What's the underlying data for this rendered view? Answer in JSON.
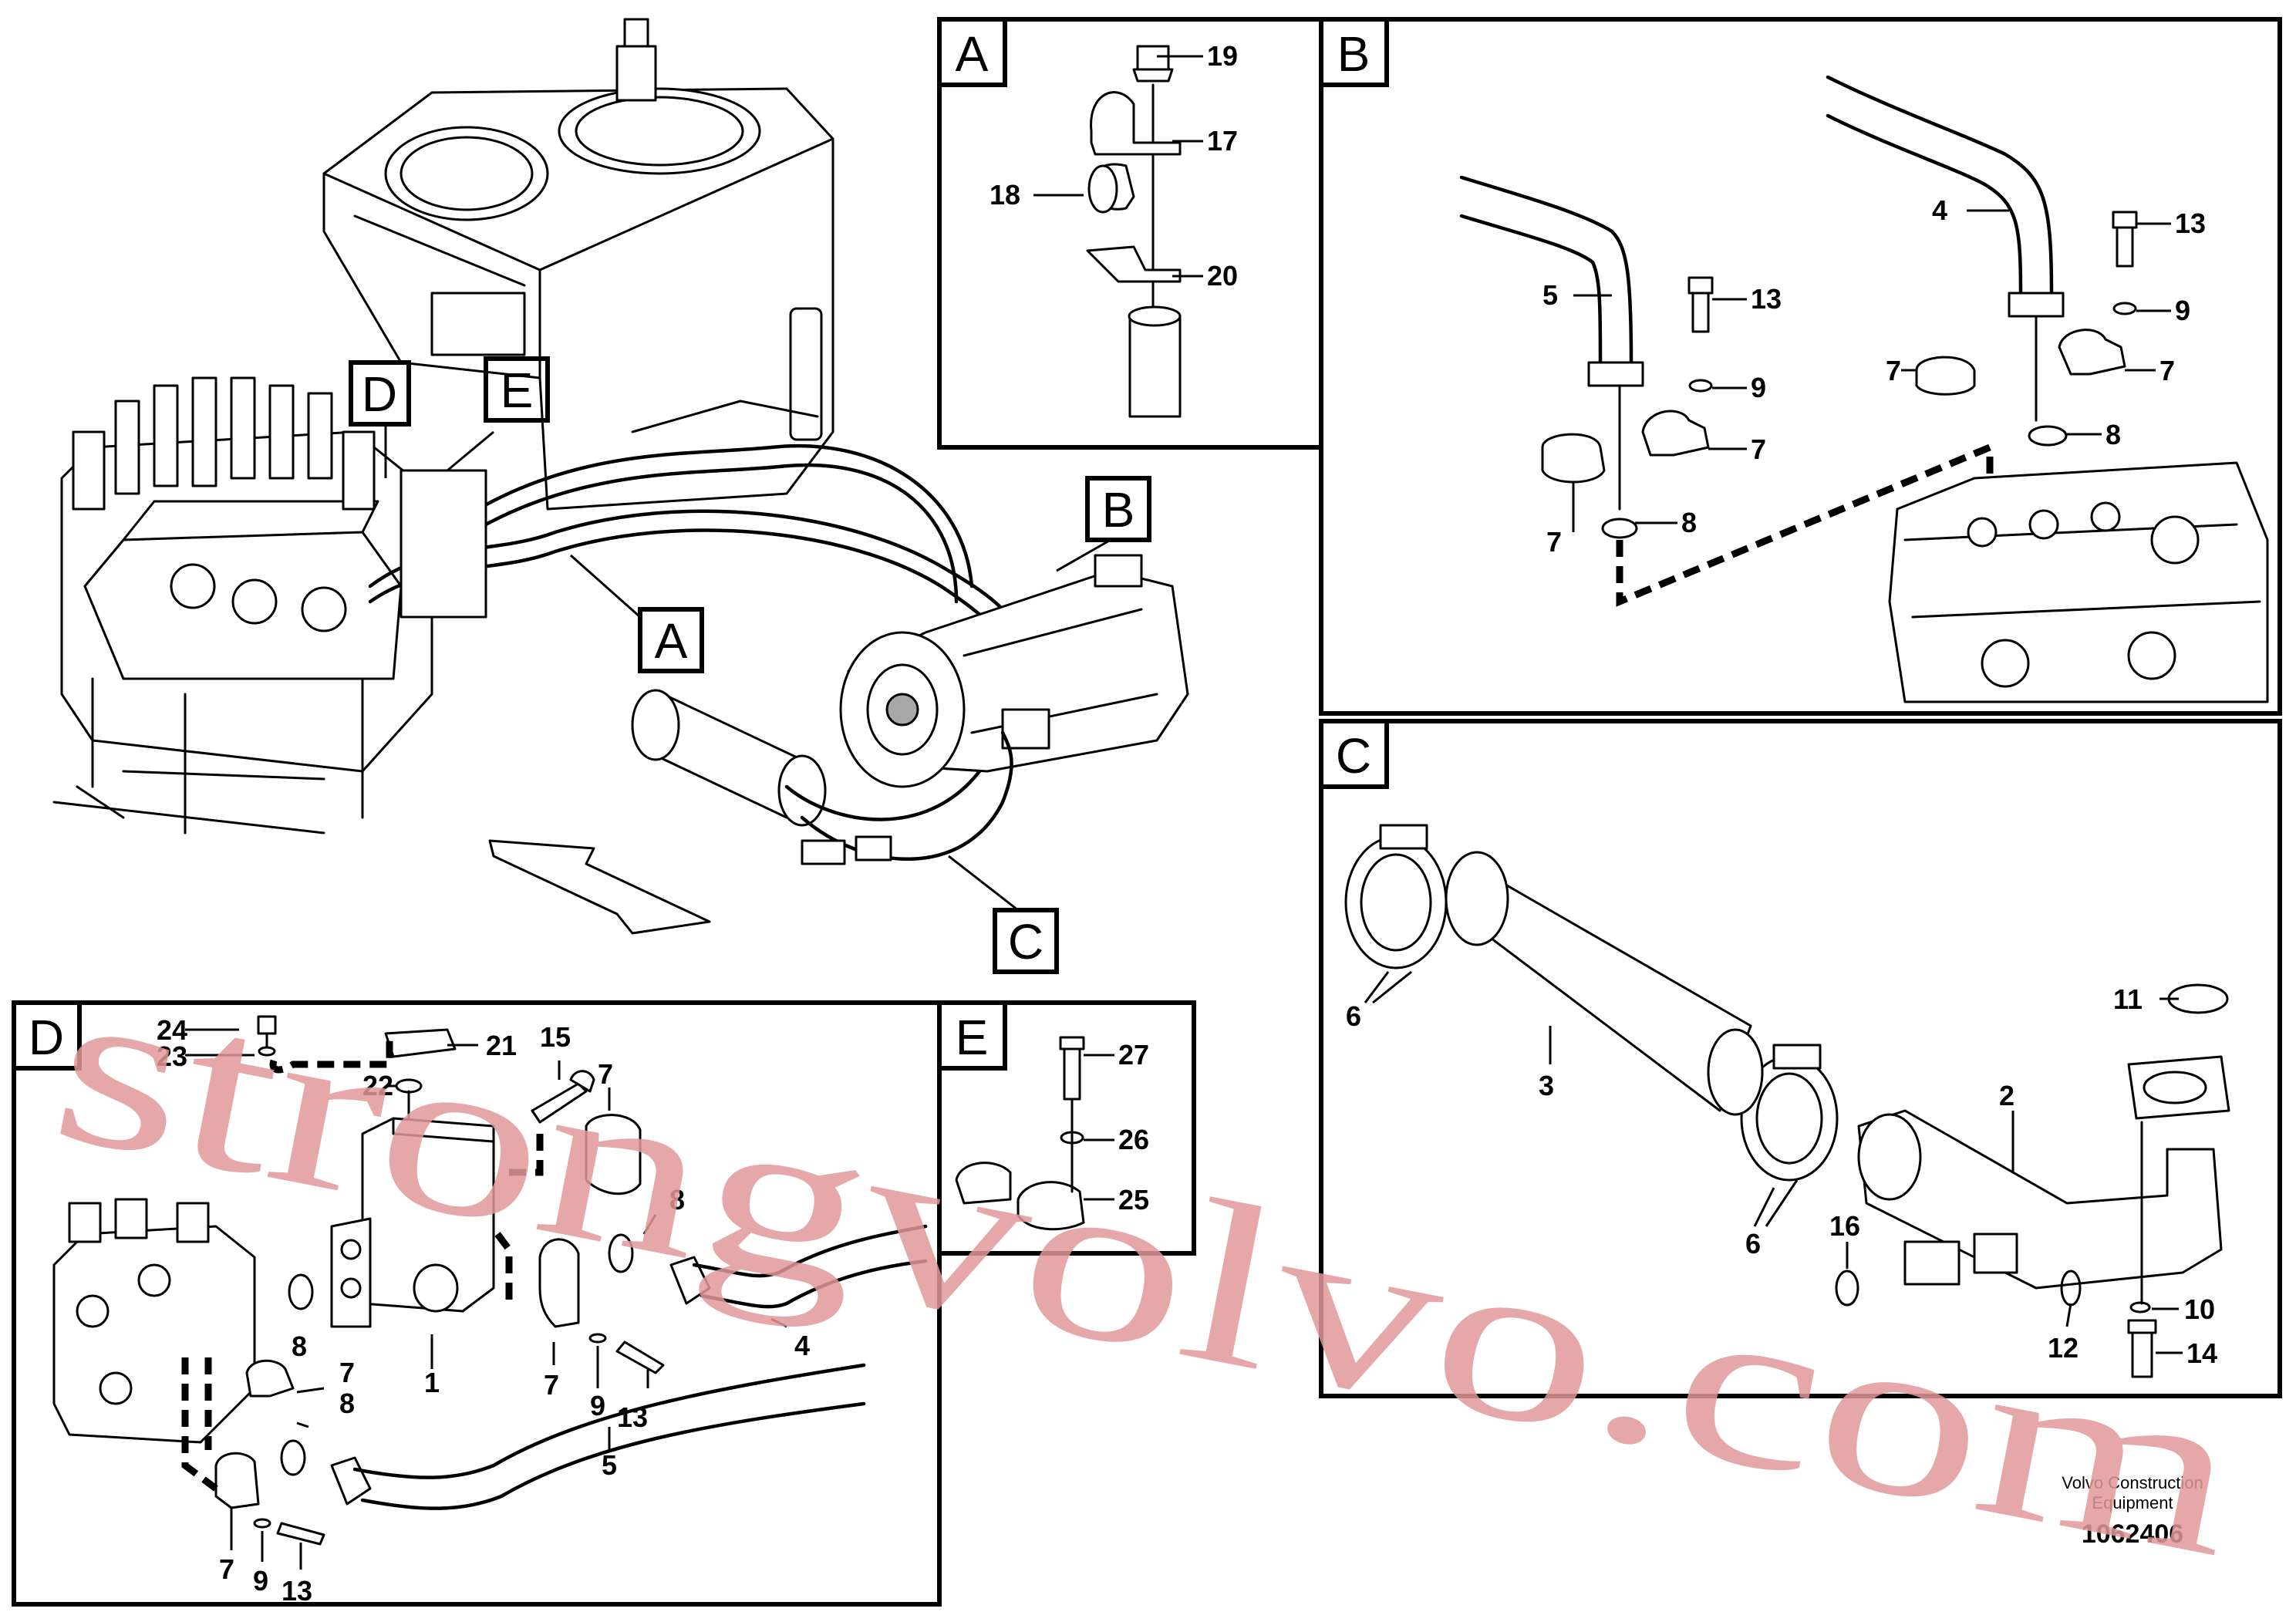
{
  "panels": {
    "A": "A",
    "B": "B",
    "C": "C",
    "D": "D",
    "E": "E"
  },
  "callouts": {
    "main": {
      "D": "D",
      "E": "E",
      "A": "A",
      "B": "B",
      "C": "C"
    }
  },
  "labels": {
    "A": {
      "l19": "19",
      "l17": "17",
      "l18": "18",
      "l20": "20"
    },
    "B": {
      "l5": "5",
      "l13a": "13",
      "l9a": "9",
      "l7a": "7",
      "l7b": "7",
      "l8a": "8",
      "l4": "4",
      "l13b": "13",
      "l9b": "9",
      "l7c": "7",
      "l7d": "7",
      "l8b": "8"
    },
    "C": {
      "l6a": "6",
      "l3": "3",
      "l6b": "6",
      "l11": "11",
      "l2": "2",
      "l16": "16",
      "l12": "12",
      "l10": "10",
      "l14": "14"
    },
    "D": {
      "l24": "24",
      "l23": "23",
      "l21": "21",
      "l22": "22",
      "l15": "15",
      "l7a": "7",
      "l8a": "8",
      "l8b": "8",
      "l4": "4",
      "l1": "1",
      "l7b": "7",
      "l9a": "9",
      "l13a": "13",
      "l7c": "7",
      "l8c": "8",
      "l5": "5",
      "l7d": "7",
      "l9b": "9",
      "l13b": "13"
    },
    "E": {
      "l27": "27",
      "l26": "26",
      "l25": "25"
    }
  },
  "footer": {
    "maker_line1": "Volvo Construction",
    "maker_line2": "Equipment",
    "drawing_number": "1062406"
  },
  "watermark": "strongvolvo.com"
}
